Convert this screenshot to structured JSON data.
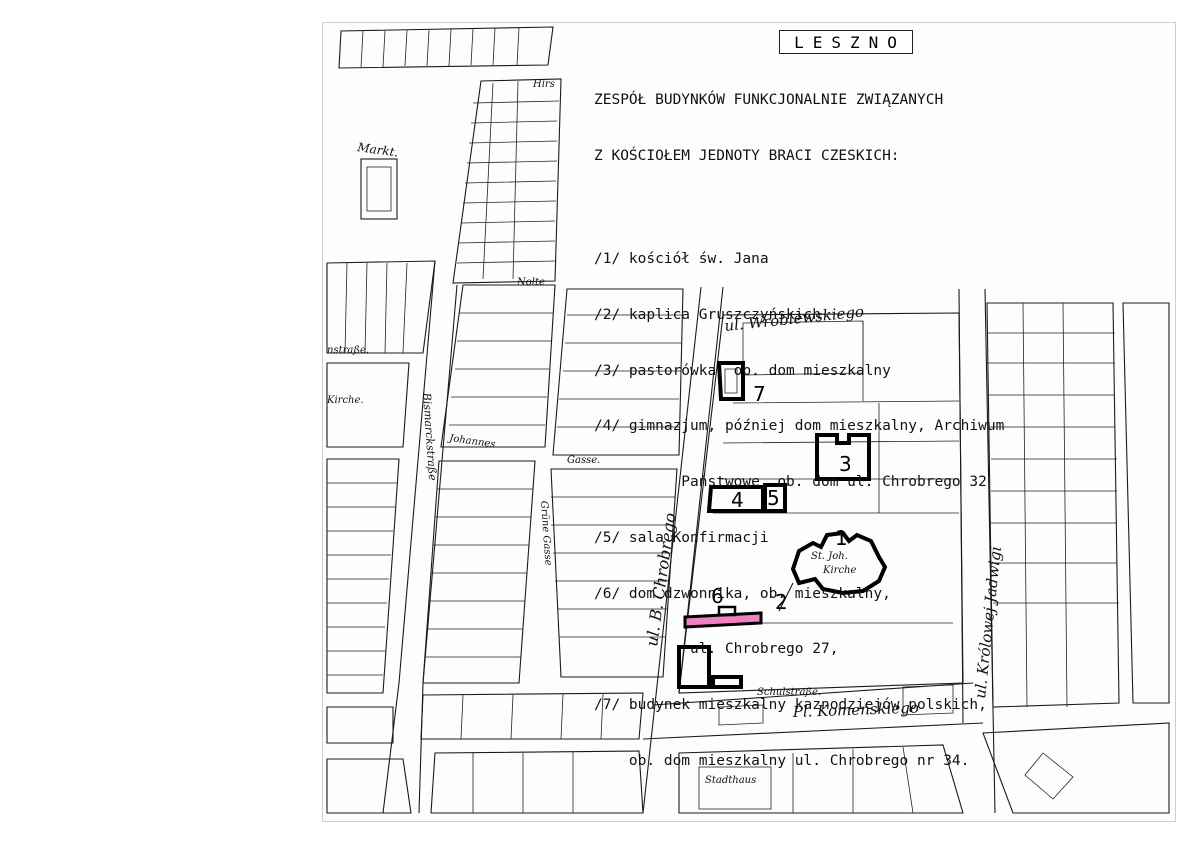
{
  "title": "LESZNO",
  "legend": {
    "heading": [
      "ZESPÓŁ BUDYNKÓW FUNKCJONALNIE ZWIĄZANYCH",
      "Z KOŚCIOŁEM JEDNOTY BRACI CZESKICH:"
    ],
    "items": [
      "/1/ kościół św. Jana",
      "/2/ kaplica Gruszczyńskich",
      "/3/ pastorówka, ob. dom mieszkalny",
      "/4/ gimnazjum, później dom mieszkalny, Archiwum",
      "          Państwowe, ob. dom ul. Chrobrego 32",
      "/5/ sala Konfirmacji",
      "/6/ dom dzwonnika, ob. mieszkalny,",
      "           ul. Chrobrego 27,",
      "/7/ budynek mieszkalny kaznodziejów polskich,",
      "    ob. dom mieszkalny ul. Chrobrego nr 34."
    ]
  },
  "streets": {
    "wroblewskiego": "ul. Wróblewskiego",
    "chrobrego": "ul. B. Chrobrego",
    "krolowej_jadwigi": "ul. Królowej Jadwigi",
    "komenskiego": "Pl. Komeńskiego",
    "schulstrasse": "Schulstraße.",
    "bismarckstrasse": "Bismarckstraße",
    "johannes": "Johannes",
    "gasse": "Gasse.",
    "grune_gasse": "Grüne Gasse",
    "nolte": "Nolte",
    "markt": "Markt.",
    "kirche": "Kirche.",
    "nstrasse": "nstraße.",
    "hirsch": "Hirs",
    "st_joh_kirche": "St. Joh. Kirche",
    "stadthaus": "Stadthaus"
  },
  "markers": {
    "m1": "1",
    "m2": "2",
    "m3": "3",
    "m4": "4",
    "m5": "5",
    "m6": "6",
    "m7": "7"
  },
  "colors": {
    "ink": "#111111",
    "highlight_building_6": "#f080c0"
  }
}
